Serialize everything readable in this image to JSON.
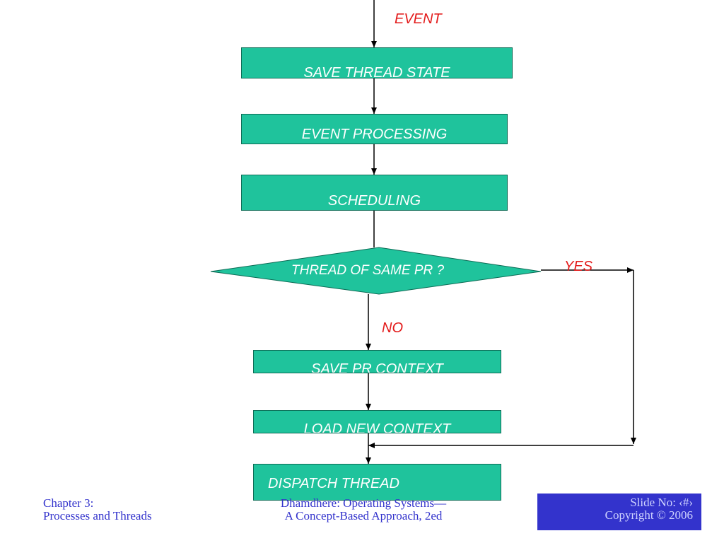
{
  "diagram": {
    "entry_label": "EVENT",
    "nodes": {
      "save_thread_state": "SAVE THREAD STATE",
      "event_processing": "EVENT PROCESSING",
      "scheduling": "SCHEDULING",
      "decision": "THREAD OF SAME PR ?",
      "save_pr_context": "SAVE PR CONTEXT",
      "load_new_context": "LOAD NEW CONTEXT",
      "dispatch_thread": "DISPATCH THREAD"
    },
    "branch_yes": "YES",
    "branch_no": "NO",
    "colors": {
      "node_fill": "#1fc39c",
      "label_red": "#e31b1b",
      "footer_blue": "#3333cc"
    }
  },
  "footer": {
    "left_line1": "Chapter 3:",
    "left_line2": "Processes and Threads",
    "center_line1": "Dhamdhere: Operating Systems—",
    "center_line2": "A Concept-Based Approach, 2ed",
    "right_line1": "Slide No: ‹#›",
    "right_line2": "Copyright © 2006"
  }
}
